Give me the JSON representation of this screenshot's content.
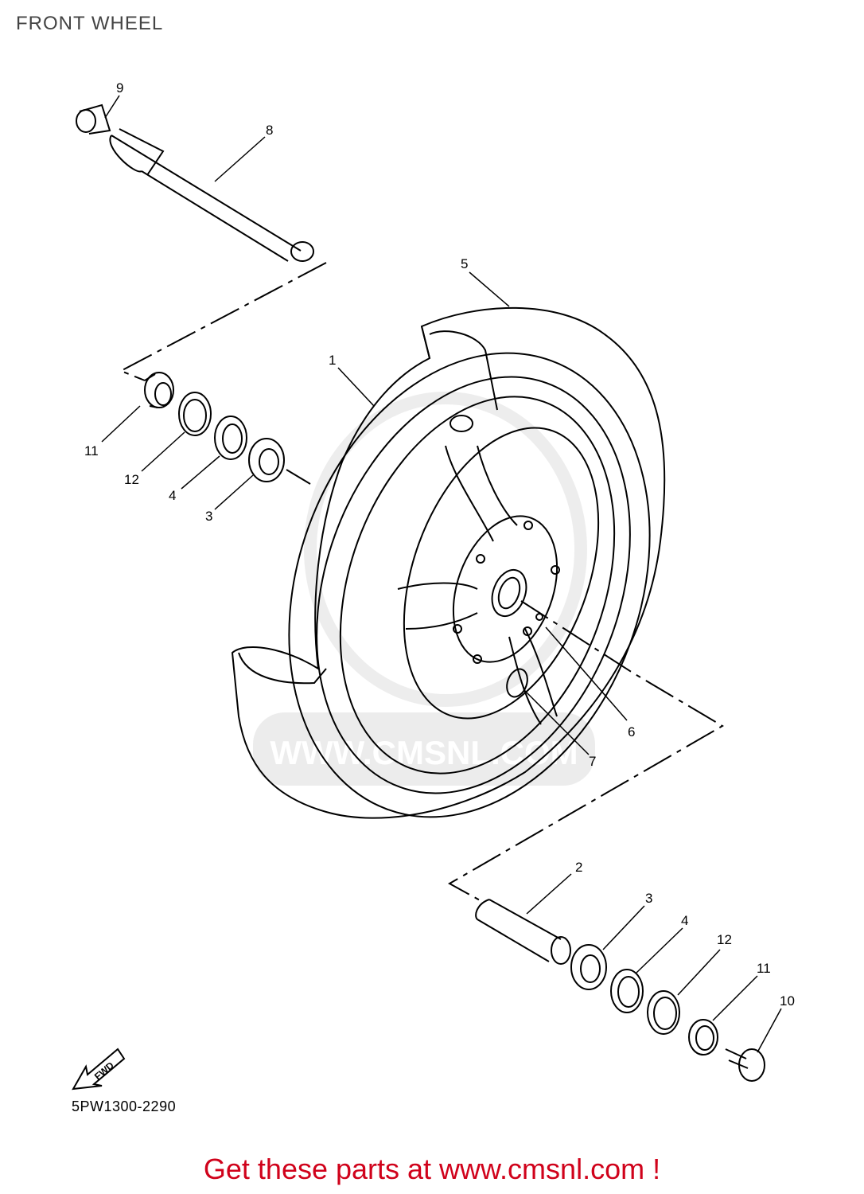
{
  "page": {
    "title": "FRONT WHEEL"
  },
  "diagram": {
    "code": "5PW1300-2290",
    "watermark": "WWW.CMSNL.COM",
    "fwd_badge": "FWD",
    "callouts": {
      "c1": "1",
      "c2": "2",
      "c3a": "3",
      "c3b": "3",
      "c4a": "4",
      "c4b": "4",
      "c5": "5",
      "c6": "6",
      "c7": "7",
      "c8": "8",
      "c9": "9",
      "c10": "10",
      "c11a": "11",
      "c11b": "11",
      "c12a": "12",
      "c12b": "12"
    }
  },
  "footer": {
    "cta": "Get these parts at www.cmsnl.com !"
  }
}
